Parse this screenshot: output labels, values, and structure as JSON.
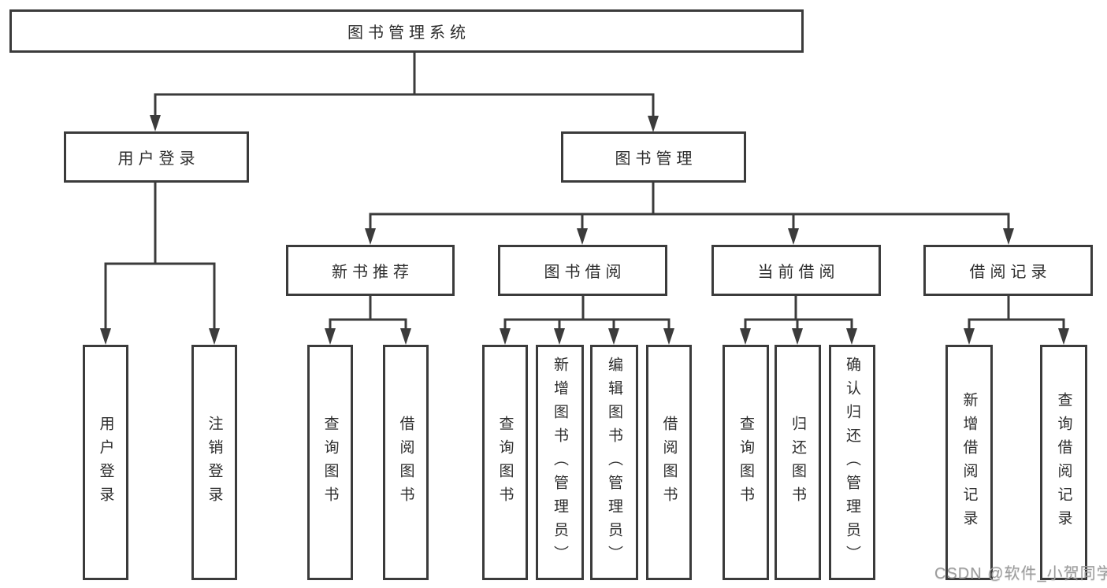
{
  "colors": {
    "line": "#3b3b3b",
    "text": "#2d2d2d",
    "watermark": "#9c9c9c",
    "background": "#ffffff"
  },
  "nodes": {
    "root": {
      "label": "图书管理系统"
    },
    "level2": [
      {
        "label": "用户登录"
      },
      {
        "label": "图书管理"
      }
    ],
    "level3": [
      {
        "label": "新书推荐"
      },
      {
        "label": "图书借阅"
      },
      {
        "label": "当前借阅"
      },
      {
        "label": "借阅记录"
      }
    ],
    "leaves": {
      "login": [
        {
          "label": "用户登录"
        },
        {
          "label": "注销登录"
        }
      ],
      "recommend": [
        {
          "label": "查询图书"
        },
        {
          "label": "借阅图书"
        }
      ],
      "borrow": [
        {
          "label": "查询图书"
        },
        {
          "label": "新增图书（管理员）"
        },
        {
          "label": "编辑图书（管理员）"
        },
        {
          "label": "借阅图书"
        }
      ],
      "current": [
        {
          "label": "查询图书"
        },
        {
          "label": "归还图书"
        },
        {
          "label": "确认归还（管理员）"
        }
      ],
      "records": [
        {
          "label": "新增借阅记录"
        },
        {
          "label": "查询借阅记录"
        }
      ]
    }
  },
  "watermark": {
    "text": "CSDN @软件_小贺同学"
  }
}
